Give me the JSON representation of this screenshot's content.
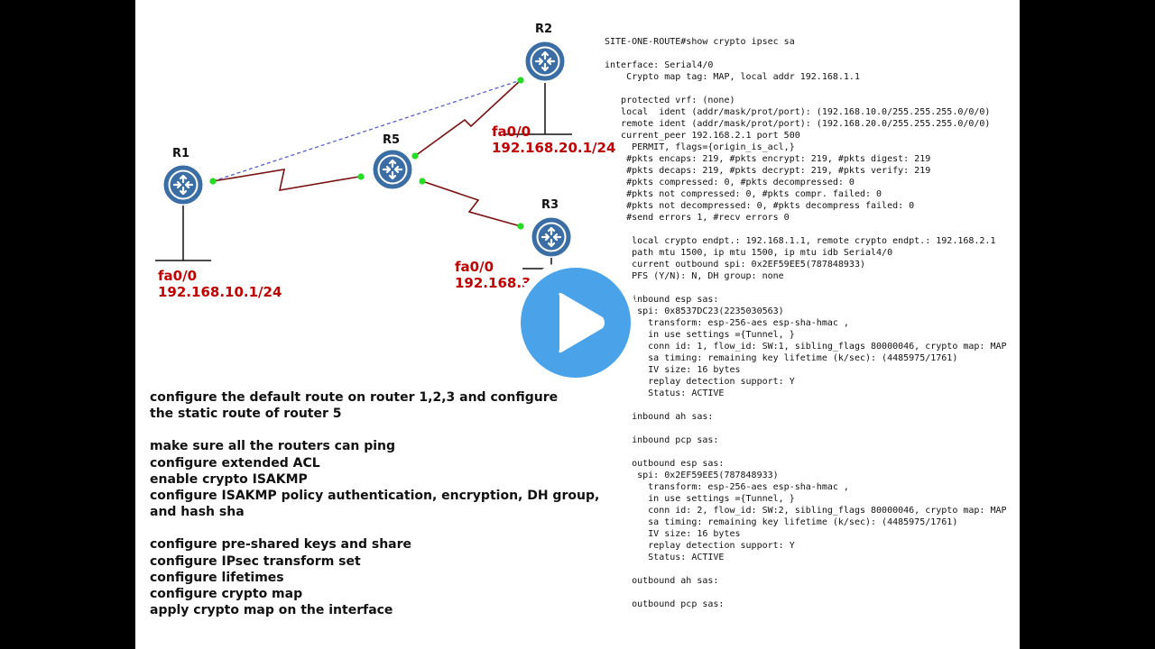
{
  "routers": {
    "r1": {
      "name": "R1",
      "iface": "fa0/0",
      "ip": "192.168.10.1/24"
    },
    "r2": {
      "name": "R2",
      "iface": "fa0/0",
      "ip": "192.168.20.1/24"
    },
    "r3": {
      "name": "R3",
      "iface": "fa0/0",
      "ip": "192.168.30.1/24"
    },
    "r5": {
      "name": "R5"
    }
  },
  "tasks": [
    "configure the default route on router 1,2,3 and configure",
    "the static route of router 5",
    "",
    "make sure all the routers can ping",
    "configure extended ACL",
    "enable crypto ISAKMP",
    "configure ISAKMP policy authentication, encryption, DH group,",
    "and hash sha",
    "",
    "configure pre-shared keys and share",
    "configure IPsec transform set",
    "configure lifetimes",
    "configure crypto map",
    "apply crypto map on the interface"
  ],
  "console": [
    "SITE-ONE-ROUTE#show crypto ipsec sa",
    "",
    "interface: Serial4/0",
    "    Crypto map tag: MAP, local addr 192.168.1.1",
    "",
    "   protected vrf: (none)",
    "   local  ident (addr/mask/prot/port): (192.168.10.0/255.255.255.0/0/0)",
    "   remote ident (addr/mask/prot/port): (192.168.20.0/255.255.255.0/0/0)",
    "   current_peer 192.168.2.1 port 500",
    "     PERMIT, flags={origin_is_acl,}",
    "    #pkts encaps: 219, #pkts encrypt: 219, #pkts digest: 219",
    "    #pkts decaps: 219, #pkts decrypt: 219, #pkts verify: 219",
    "    #pkts compressed: 0, #pkts decompressed: 0",
    "    #pkts not compressed: 0, #pkts compr. failed: 0",
    "    #pkts not decompressed: 0, #pkts decompress failed: 0",
    "    #send errors 1, #recv errors 0",
    "",
    "     local crypto endpt.: 192.168.1.1, remote crypto endpt.: 192.168.2.1",
    "     path mtu 1500, ip mtu 1500, ip mtu idb Serial4/0",
    "     current outbound spi: 0x2EF59EE5(787848933)",
    "     PFS (Y/N): N, DH group: none",
    "",
    "     inbound esp sas:",
    "      spi: 0x8537DC23(2235030563)",
    "        transform: esp-256-aes esp-sha-hmac ,",
    "        in use settings ={Tunnel, }",
    "        conn id: 1, flow_id: SW:1, sibling_flags 80000046, crypto map: MAP",
    "        sa timing: remaining key lifetime (k/sec): (4485975/1761)",
    "        IV size: 16 bytes",
    "        replay detection support: Y",
    "        Status: ACTIVE",
    "",
    "     inbound ah sas:",
    "",
    "     inbound pcp sas:",
    "",
    "     outbound esp sas:",
    "      spi: 0x2EF59EE5(787848933)",
    "        transform: esp-256-aes esp-sha-hmac ,",
    "        in use settings ={Tunnel, }",
    "        conn id: 2, flow_id: SW:2, sibling_flags 80000046, crypto map: MAP",
    "        sa timing: remaining key lifetime (k/sec): (4485975/1761)",
    "        IV size: 16 bytes",
    "        replay detection support: Y",
    "        Status: ACTIVE",
    "",
    "     outbound ah sas:",
    "",
    "     outbound pcp sas:"
  ],
  "colors": {
    "serial_link": "#7a1010",
    "vpn_tunnel": "#5560c8",
    "router_fill": "#3a6ea5",
    "port": "#22dd22",
    "ip_label": "#c00000",
    "play_button": "#4aa3e8"
  },
  "icons": {
    "router": "router-icon",
    "play": "play-icon"
  }
}
